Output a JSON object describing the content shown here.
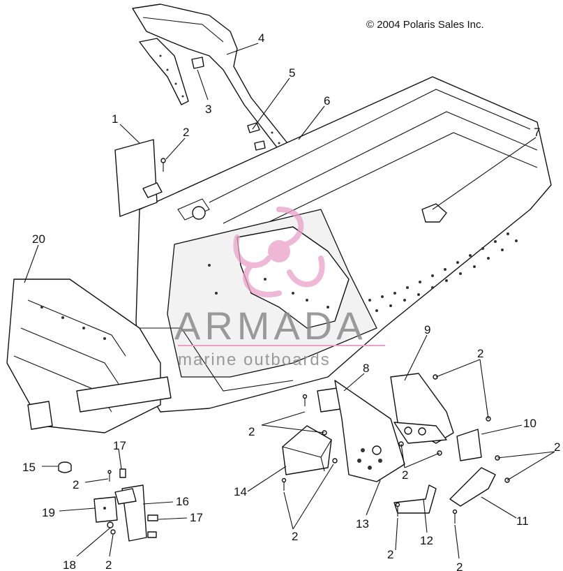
{
  "copyright": "© 2004 Polaris Sales Inc.",
  "watermark": {
    "title": "ARMADA",
    "subtitle": "marine outboards",
    "logo_color": "#e8a0c8",
    "text_color": "#8a8a8a"
  },
  "callouts": {
    "c1": "1",
    "c2a": "2",
    "c2b": "2",
    "c2c": "2",
    "c2d": "2",
    "c2e": "2",
    "c2f": "2",
    "c2g": "2",
    "c2h": "2",
    "c2i": "2",
    "c2j": "2",
    "c3": "3",
    "c4": "4",
    "c5": "5",
    "c6": "6",
    "c7": "7",
    "c8": "8",
    "c9": "9",
    "c10": "10",
    "c11": "11",
    "c12": "12",
    "c13": "13",
    "c14": "14",
    "c15": "15",
    "c16": "16",
    "c17a": "17",
    "c17b": "17",
    "c18": "18",
    "c19": "19",
    "c20": "20"
  }
}
